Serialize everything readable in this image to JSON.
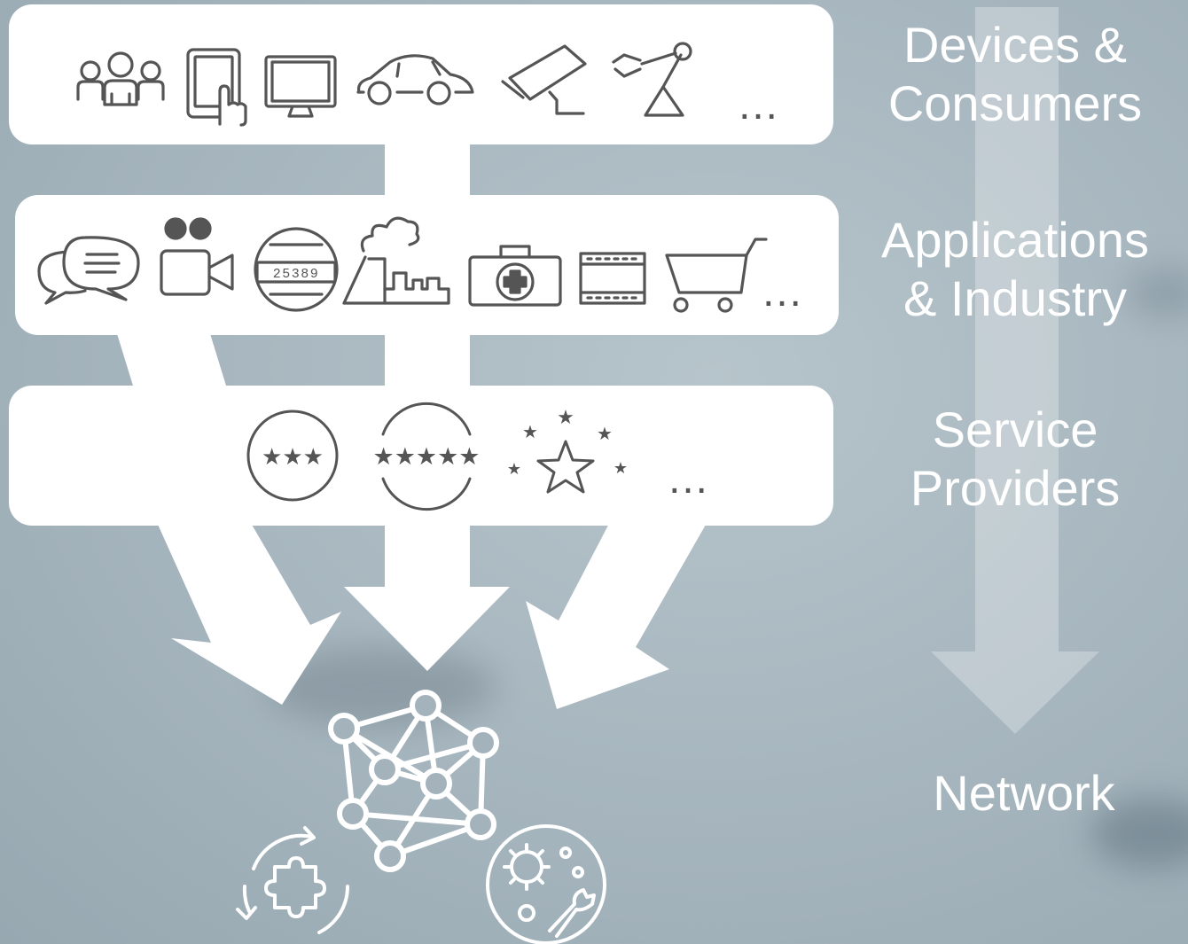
{
  "labels": {
    "devices": [
      "Devices &",
      "Consumers"
    ],
    "applications": [
      "Applications",
      "& Industry"
    ],
    "providers": [
      "Service",
      "Providers"
    ],
    "network": "Network"
  },
  "meter_reading": "25389",
  "ellipsis": "…",
  "tier_icons": {
    "devices": [
      "people-icon",
      "tablet-touch-icon",
      "monitor-icon",
      "car-icon",
      "security-camera-icon",
      "robot-arm-icon"
    ],
    "applications": [
      "chat-icon",
      "video-camera-icon",
      "utility-meter-icon",
      "factory-icon",
      "first-aid-kit-icon",
      "film-strip-icon",
      "shopping-cart-icon"
    ],
    "providers": [
      "three-star-rating-icon",
      "five-star-rating-icon",
      "star-burst-icon"
    ],
    "network": [
      "network-graph-icon",
      "puzzle-cycle-icon",
      "gear-wrench-icon"
    ]
  },
  "colors": {
    "icon": "#555555",
    "panel": "#ffffff",
    "text": "#ffffff"
  }
}
